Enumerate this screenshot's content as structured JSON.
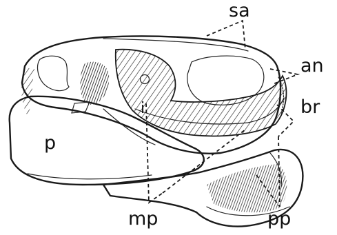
{
  "labels": {
    "sa": "sa",
    "an": "an",
    "br": "br",
    "p": "p",
    "i": "i",
    "mp": "mp",
    "pp": "pp"
  }
}
